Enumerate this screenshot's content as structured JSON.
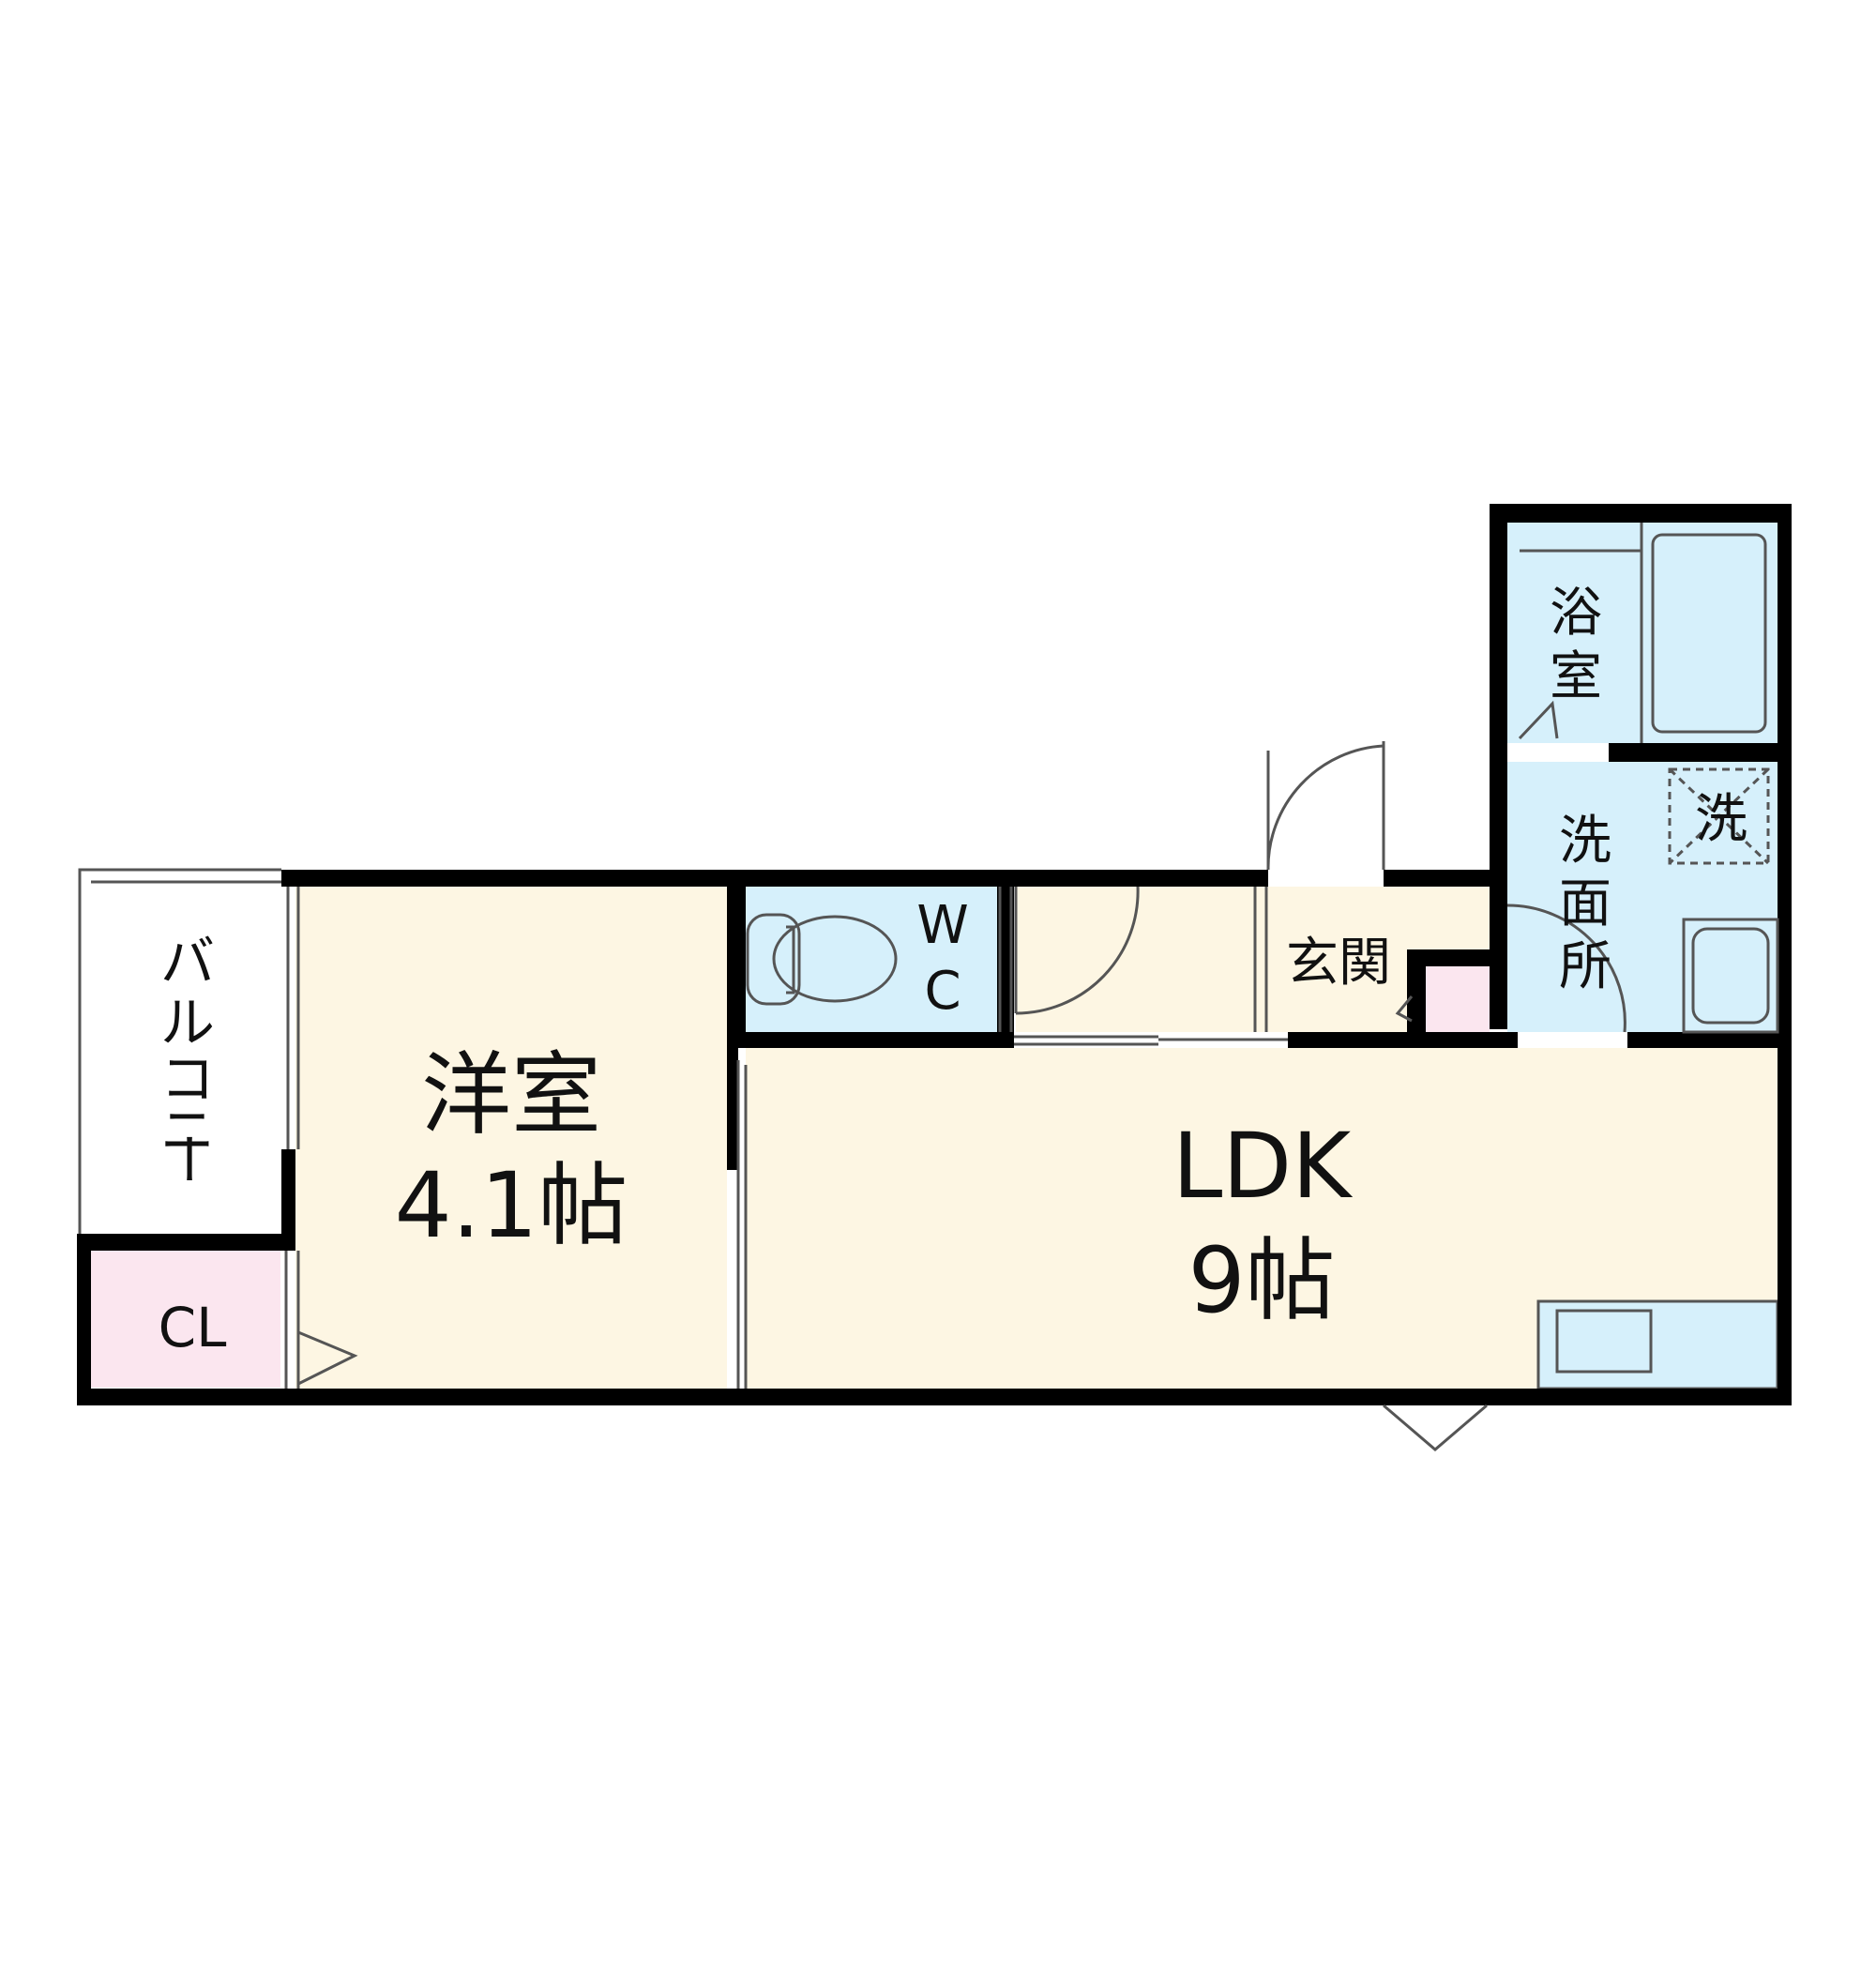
{
  "colors": {
    "wall": "#000000",
    "room": "#fdf6e3",
    "wet": "#d6f0fb",
    "closet": "#fbe6ef",
    "outside": "#ffffff"
  },
  "rooms": {
    "western": {
      "name": "洋室",
      "size": "4.1帖"
    },
    "ldk": {
      "name": "LDK",
      "size": "9帖"
    },
    "wc": {
      "line1": "W",
      "line2": "C"
    },
    "entrance": {
      "name": "玄関"
    },
    "bath": {
      "line1": "浴",
      "line2": "室"
    },
    "washroom": {
      "line1": "洗",
      "line2": "面",
      "line3": "所"
    },
    "washer": {
      "name": "洗"
    },
    "closet": {
      "name": "CL"
    },
    "balcony": {
      "chars": [
        "バ",
        "ル",
        "コ",
        "ニ",
        "ー"
      ]
    }
  }
}
